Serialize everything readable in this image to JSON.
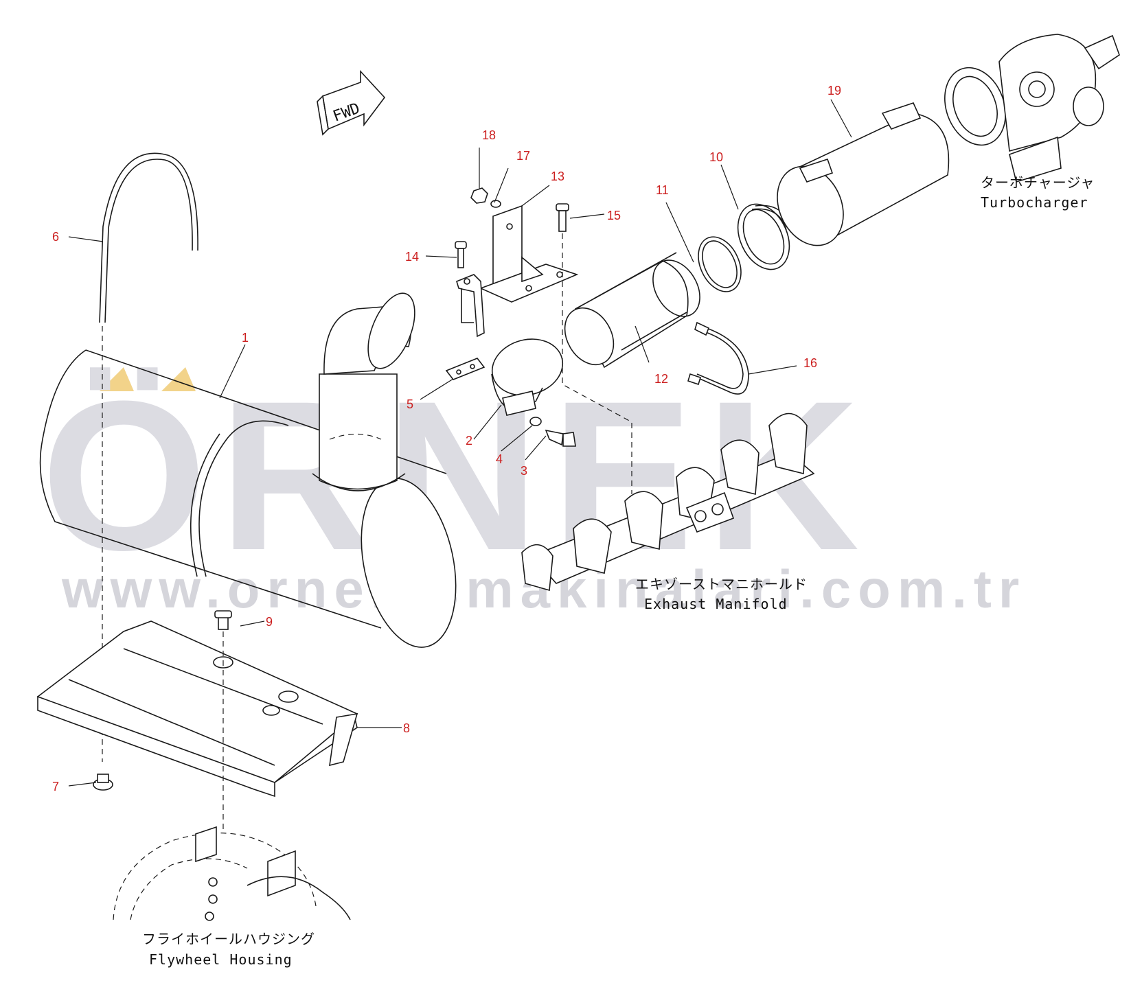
{
  "watermark": {
    "brand": "ÖRNEK",
    "url": "www.ornekismakinalari.com.tr",
    "accent_color": "#f2d38a"
  },
  "labels": {
    "turbocharger_jp": "ターボチャージャ",
    "turbocharger_en": "Turbocharger",
    "exhaust_manifold_jp": "エキゾーストマニホールド",
    "exhaust_manifold_en": "Exhaust Manifold",
    "flywheel_housing_jp": "フライホイールハウジング",
    "flywheel_housing_en": "Flywheel Housing",
    "fwd": "FWD"
  },
  "callouts": [
    "1",
    "2",
    "3",
    "4",
    "5",
    "6",
    "7",
    "8",
    "9",
    "10",
    "11",
    "12",
    "13",
    "14",
    "15",
    "16",
    "17",
    "18",
    "19"
  ],
  "colors": {
    "callout": "#cc1f1f",
    "line": "#1a1a1a",
    "watermark": "#dcdce2"
  }
}
